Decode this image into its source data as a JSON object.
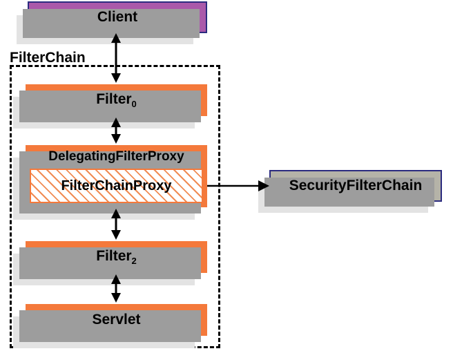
{
  "diagram": {
    "title": "Spring Security FilterChain",
    "type": "architecture-diagram",
    "background_color": "#ffffff"
  },
  "colors": {
    "client_fill": "#aa59aa",
    "client_border": "#2b2b7f",
    "filter_fill": "#f4793b",
    "security_chain_fill": "#b5b3a8",
    "security_chain_border": "#2b2b7f",
    "shadow_dark": "#9d9d9d",
    "shadow_light": "#e3e3e3",
    "hatch_stroke": "#f08b53",
    "text": "#000000",
    "dashed_border": "#000000"
  },
  "container": {
    "label": "FilterChain",
    "border_style": "dashed"
  },
  "nodes": {
    "client": {
      "label": "Client"
    },
    "filter0": {
      "label": "Filter",
      "subscript": "0"
    },
    "delegating_filter_proxy": {
      "label": "DelegatingFilterProxy"
    },
    "filter_chain_proxy": {
      "label": "FilterChainProxy"
    },
    "filter2": {
      "label": "Filter",
      "subscript": "2"
    },
    "servlet": {
      "label": "Servlet"
    },
    "security_filter_chain": {
      "label": "SecurityFilterChain"
    }
  },
  "connections": [
    {
      "name": "client-to-filter0",
      "from": "Client",
      "to": "Filter0",
      "style": "bidirectional"
    },
    {
      "name": "filter0-to-delegating-filter-proxy",
      "from": "Filter0",
      "to": "DelegatingFilterProxy",
      "style": "bidirectional"
    },
    {
      "name": "delegating-filter-proxy-to-filter2",
      "from": "DelegatingFilterProxy",
      "to": "Filter2",
      "style": "bidirectional"
    },
    {
      "name": "filter2-to-servlet",
      "from": "Filter2",
      "to": "Servlet",
      "style": "bidirectional"
    },
    {
      "name": "filter-chain-proxy-to-security-filter-chain",
      "from": "FilterChainProxy",
      "to": "SecurityFilterChain",
      "style": "unidirectional"
    }
  ]
}
